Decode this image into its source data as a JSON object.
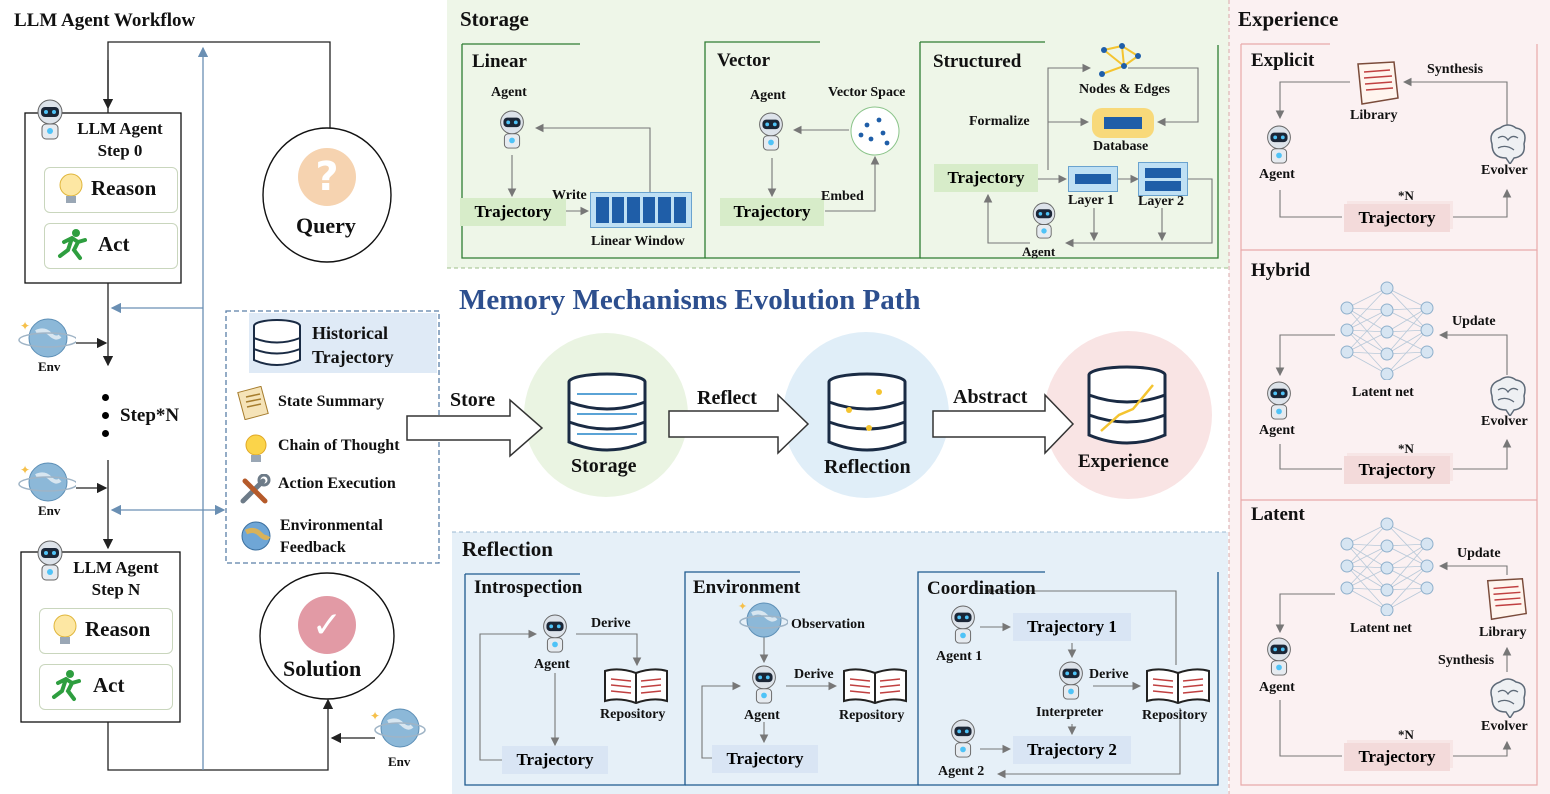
{
  "workflow": {
    "title": "LLM Agent Workflow",
    "step0": "LLM Agent\nStep 0",
    "stepN": "LLM Agent\nStep N",
    "reason": "Reason",
    "act": "Act",
    "query": "Query",
    "solution": "Solution",
    "env": "Env",
    "step_n": "Step*N",
    "history": {
      "title": "Historical Trajectory",
      "items": [
        "State Summary",
        "Chain of Thought",
        "Action Execution",
        "Environmental Feedback"
      ]
    }
  },
  "storage": {
    "title": "Storage",
    "linear": {
      "title": "Linear",
      "agent": "Agent",
      "trajectory": "Trajectory",
      "write": "Write",
      "window": "Linear Window"
    },
    "vector": {
      "title": "Vector",
      "agent": "Agent",
      "space": "Vector Space",
      "trajectory": "Trajectory",
      "embed": "Embed"
    },
    "structured": {
      "title": "Structured",
      "nodes": "Nodes & Edges",
      "formalize": "Formalize",
      "database": "Database",
      "trajectory": "Trajectory",
      "layer1": "Layer 1",
      "layer2": "Layer 2",
      "agent": "Agent"
    }
  },
  "evolution": {
    "title": "Memory Mechanisms Evolution Path",
    "store": "Store",
    "reflect": "Reflect",
    "abstract": "Abstract",
    "storage": "Storage",
    "reflection": "Reflection",
    "experience": "Experience"
  },
  "reflection": {
    "title": "Reflection",
    "introspection": {
      "title": "Introspection",
      "agent": "Agent",
      "derive": "Derive",
      "repository": "Repository",
      "trajectory": "Trajectory"
    },
    "environment": {
      "title": "Environment",
      "observation": "Observation",
      "agent": "Agent",
      "derive": "Derive",
      "repository": "Repository",
      "trajectory": "Trajectory"
    },
    "coordination": {
      "title": "Coordination",
      "agent1": "Agent 1",
      "agent2": "Agent 2",
      "traj1": "Trajectory 1",
      "traj2": "Trajectory 2",
      "interpreter": "Interpreter",
      "derive": "Derive",
      "repository": "Repository"
    }
  },
  "experience": {
    "title": "Experience",
    "explicit": {
      "title": "Explicit",
      "synthesis": "Synthesis",
      "library": "Library",
      "agent": "Agent",
      "evolver": "Evolver",
      "n": "*N",
      "trajectory": "Trajectory"
    },
    "hybrid": {
      "title": "Hybrid",
      "update": "Update",
      "latent": "Latent net",
      "agent": "Agent",
      "evolver": "Evolver",
      "n": "*N",
      "trajectory": "Trajectory"
    },
    "latent": {
      "title": "Latent",
      "update": "Update",
      "latent": "Latent net",
      "library": "Library",
      "synthesis": "Synthesis",
      "agent": "Agent",
      "evolver": "Evolver",
      "n": "*N",
      "trajectory": "Trajectory"
    }
  },
  "colors": {
    "storage_bg": "#eef6e8",
    "reflection_bg": "#e6f0f8",
    "experience_bg": "#fbeff0",
    "title_blue": "#2d4f8e",
    "traj_green": "#d7ecc9",
    "traj_blue": "#d9e5f4",
    "traj_pink": "#f3dada"
  }
}
